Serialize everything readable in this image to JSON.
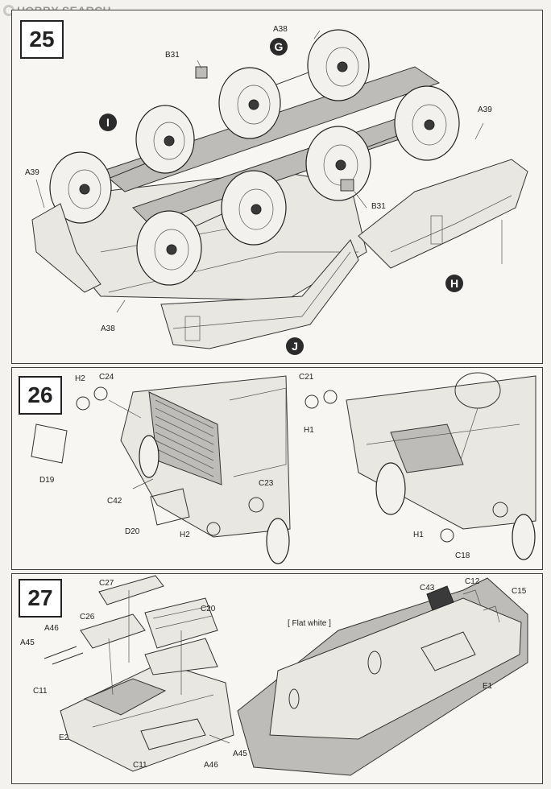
{
  "watermark": {
    "text": "HOBBY SEARCH"
  },
  "steps": [
    {
      "number": "25",
      "callouts": [
        "I",
        "G",
        "H",
        "J"
      ],
      "labels": {
        "b31_top": "B31",
        "a38_top": "A38",
        "a39_right": "A39",
        "a39_left": "A39",
        "b31_mid": "B31",
        "a38_bottom": "A38"
      }
    },
    {
      "number": "26",
      "labels": {
        "h2_top": "H2",
        "c24": "C24",
        "d19": "D19",
        "c42": "C42",
        "d20": "D20",
        "c23": "C23",
        "h2_bottom": "H2",
        "c21": "C21",
        "h1_top": "H1",
        "h1_bottom": "H1",
        "c18": "C18"
      }
    },
    {
      "number": "27",
      "note": "[ Flat white ]",
      "labels": {
        "c27": "C27",
        "c26": "C26",
        "c20": "C20",
        "a46_top": "A46",
        "a45_top": "A45",
        "c11_top": "C11",
        "e2": "E2",
        "c11_bottom": "C11",
        "a46_bottom": "A46",
        "a45_bottom": "A45",
        "c43": "C43",
        "c12": "C12",
        "c15": "C15",
        "e1": "E1"
      }
    }
  ]
}
